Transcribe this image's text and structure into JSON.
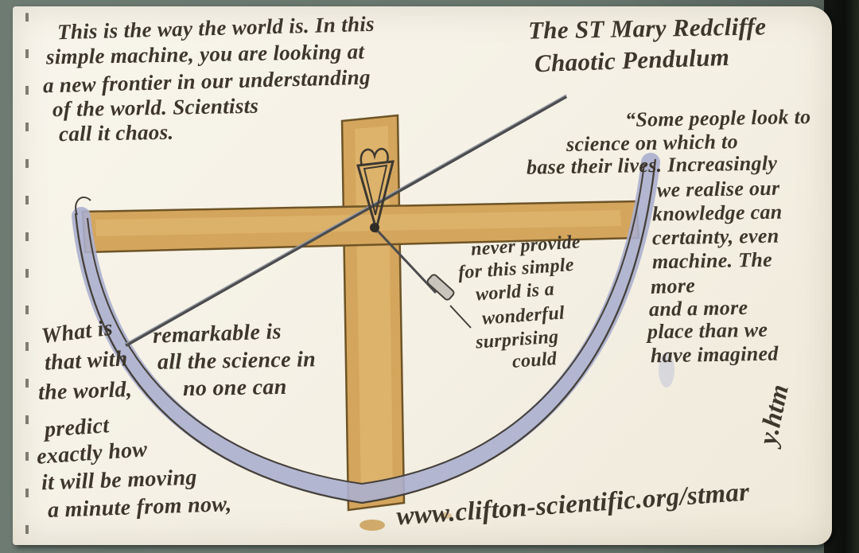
{
  "colors": {
    "paper": "#f6f2e8",
    "wood": "#d4a55c",
    "arc_lavender": "#abafce",
    "ink": "#3d362c",
    "table_background": "#6b7a71",
    "book_edge": "#0e100e"
  },
  "sketchbook": {
    "top_left_note": {
      "lines": [
        "This is the way the world is. In this",
        "simple machine, you are looking at",
        "a new frontier in our understanding",
        "of the world. Scientists",
        "call it chaos."
      ]
    },
    "title": {
      "lines": [
        "The ST Mary Redcliffe",
        "Chaotic Pendulum"
      ]
    },
    "right_note": {
      "lines": [
        "“Some people look to",
        "science on which to",
        "base their lives. Increasingly",
        "we realise our",
        "knowledge can",
        "certainty, even",
        "machine. The",
        "more",
        "and a more",
        "place than we",
        "have imagined"
      ]
    },
    "center_note": {
      "lines": [
        "never provide",
        "for this simple",
        "world is a",
        "wonderful",
        "surprising",
        "could"
      ]
    },
    "left_note": {
      "lines": [
        "What is",
        "remarkable is",
        "that with",
        "all the science in",
        "the world,",
        "no one can",
        "predict",
        "exactly how",
        "it will be moving",
        "a minute from now,"
      ]
    },
    "url": {
      "horizontal": "www.clifton-scientific.org/stmar",
      "vertical": "y.htm"
    }
  }
}
